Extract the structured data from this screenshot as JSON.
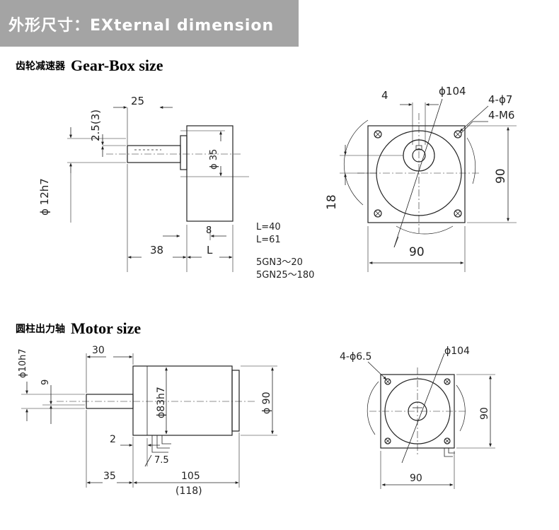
{
  "header": {
    "title": "外形尺寸：EXternal dimension"
  },
  "gearbox": {
    "title_cn": "齿轮减速器",
    "title_en": "Gear-Box size",
    "side": {
      "dim_shaft_len": "25",
      "dim_key": "2.5(3)",
      "dim_shaft_dia": "ϕ 12h7",
      "dim_pilot": "ϕ 35",
      "dim_flange": "8",
      "dim_offset": "38",
      "dim_L": "L",
      "note_l1": "L=40",
      "note_l2": "L=61",
      "note_m1": "5GN3～20",
      "note_m2": "5GN25～180"
    },
    "front": {
      "dim_key": "4",
      "dim_circle": "ϕ104",
      "dim_holes": "4-ϕ7",
      "dim_thread": "4-M6",
      "dim_height": "90",
      "dim_offset": "18",
      "dim_width": "90"
    }
  },
  "motor": {
    "title_cn": "圆柱出力轴",
    "title_en": "Motor size",
    "side": {
      "dim_shaft_dia": "ϕ10h7",
      "dim_shaft_len": "30",
      "dim_flat": "9",
      "dim_pilot": "ϕ83h7",
      "dim_body": "ϕ 90",
      "dim_flange": "2",
      "dim_cable": "7.5",
      "dim_ext": "35",
      "dim_len": "105",
      "dim_len_alt": "(118)"
    },
    "front": {
      "dim_holes": "4-ϕ6.5",
      "dim_circle": "ϕ104",
      "dim_height": "90",
      "dim_width": "90"
    }
  },
  "colors": {
    "banner": "#a4a4a4",
    "banner_text": "#ffffff",
    "line": "#222222"
  }
}
